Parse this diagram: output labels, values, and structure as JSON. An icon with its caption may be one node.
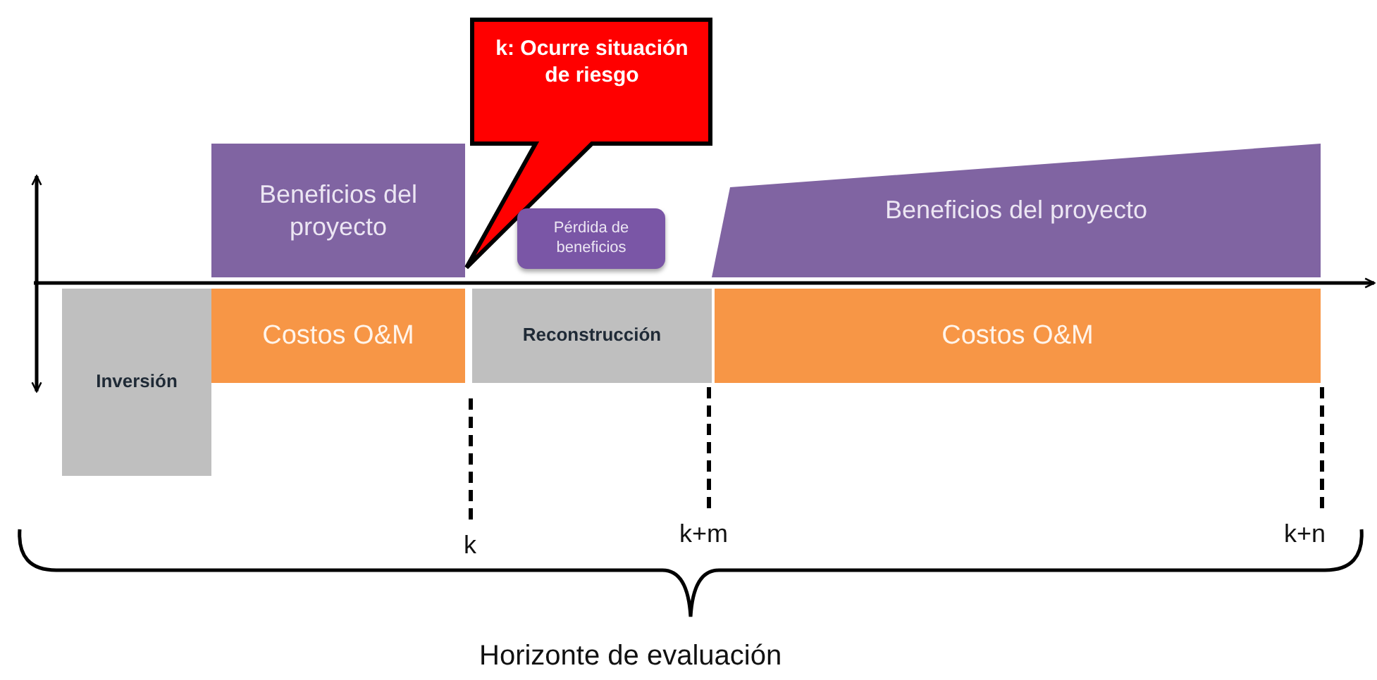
{
  "diagram": {
    "nodes": [
      {
        "text": [
          "Inversión"
        ]
      },
      {
        "text": [
          "Beneficios del proyecto"
        ]
      },
      {
        "text": [
          "Costos O&M"
        ]
      },
      {
        "text": [
          "k: Ocurre situación de riesgo"
        ]
      },
      {
        "text": [
          "Pérdida de beneficios"
        ]
      },
      {
        "text": [
          "Reconstrucción"
        ]
      },
      {
        "text": [
          "Beneficios del proyecto"
        ]
      },
      {
        "text": [
          "Costos O&M"
        ]
      }
    ],
    "edges": [],
    "labels": [
      "k",
      "k+m",
      "k+n",
      "Horizonte de evaluación"
    ]
  }
}
